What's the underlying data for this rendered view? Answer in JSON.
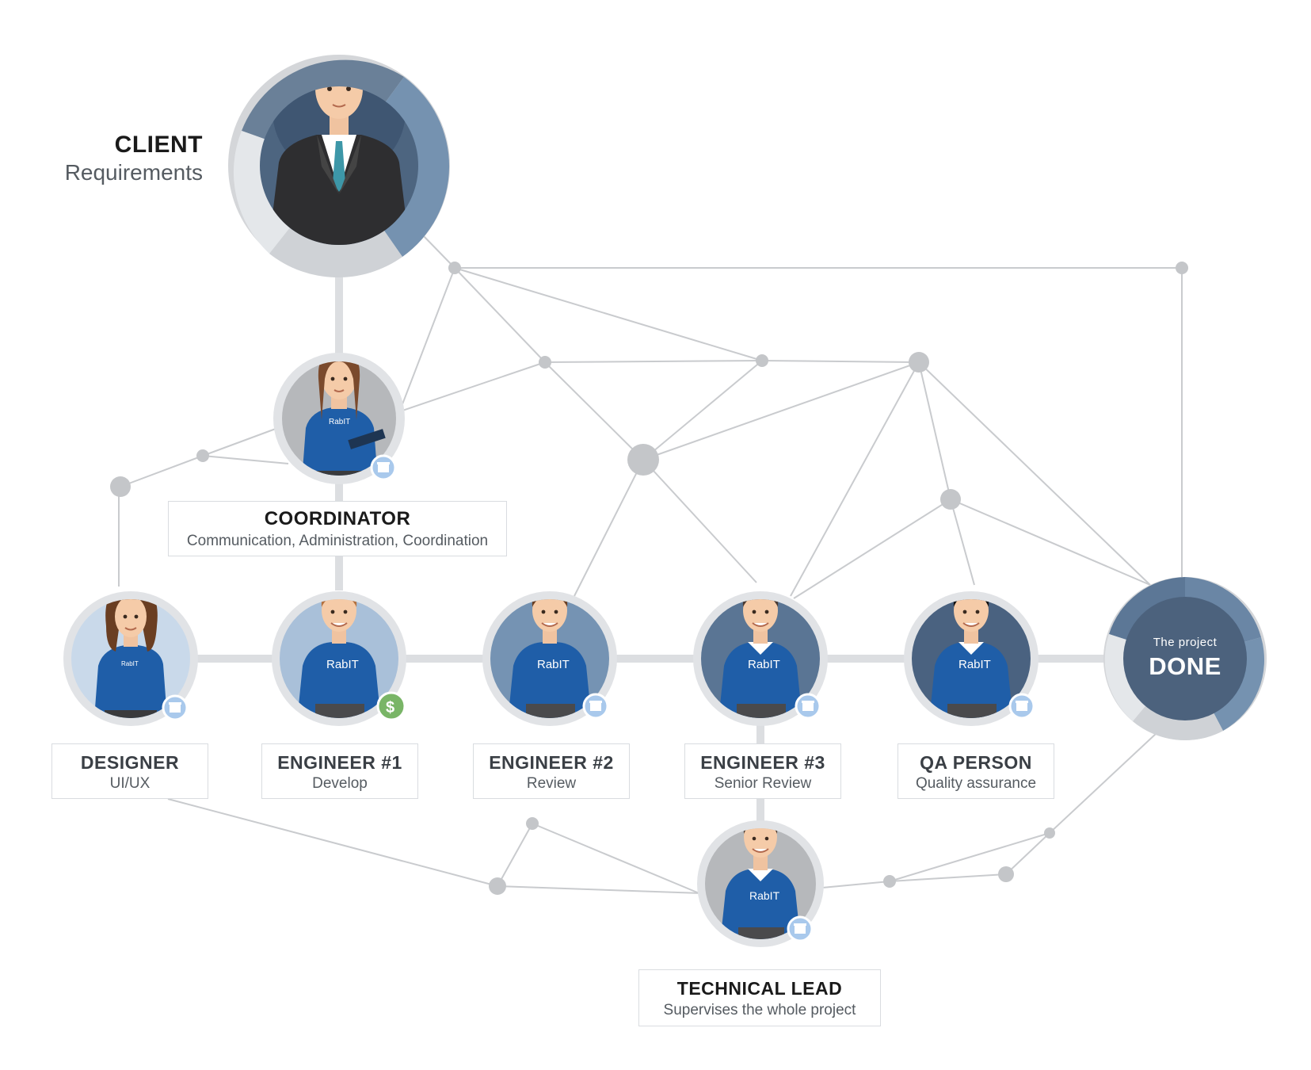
{
  "client": {
    "title": "CLIENT",
    "subtitle": "Requirements"
  },
  "coordinator": {
    "title": "COORDINATOR",
    "subtitle": "Communication, Administration, Coordination"
  },
  "team": [
    {
      "title": "DESIGNER",
      "subtitle": "UI/UX",
      "badge": "gift-icon"
    },
    {
      "title": "ENGINEER #1",
      "subtitle": "Develop",
      "badge": "dollar-icon"
    },
    {
      "title": "ENGINEER #2",
      "subtitle": "Review",
      "badge": "gift-icon"
    },
    {
      "title": "ENGINEER #3",
      "subtitle": "Senior Review",
      "badge": "gift-icon"
    },
    {
      "title": "QA PERSON",
      "subtitle": "Quality assurance",
      "badge": "gift-icon"
    }
  ],
  "technical_lead": {
    "title": "TECHNICAL LEAD",
    "subtitle": "Supervises the whole project"
  },
  "done": {
    "small": "The project",
    "big": "DONE"
  },
  "shirt_logo": "RabIT",
  "colors": {
    "shirt": "#1f5ea8",
    "badge_blue": "#a9c9ec",
    "badge_green": "#79b567",
    "line": "#c9cbce",
    "node": "#c4c6c9",
    "dark_slate": "#4a6482",
    "mid_slate": "#6f8aa8"
  }
}
